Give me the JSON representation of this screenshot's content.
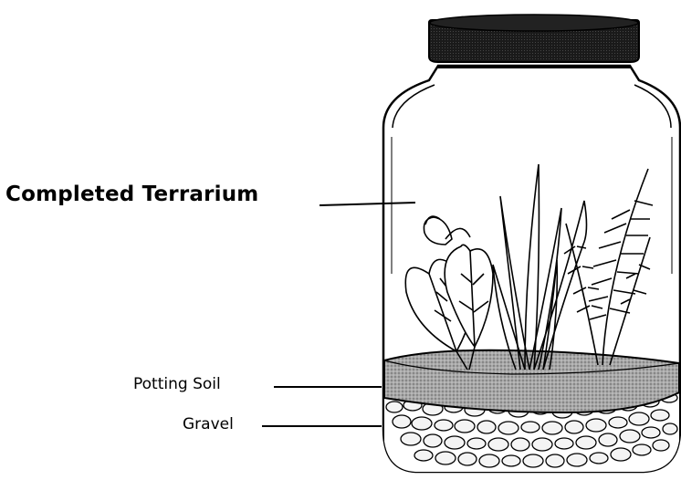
{
  "diagram": {
    "labels": {
      "terrarium": "Completed Terrarium",
      "soil": "Potting Soil",
      "gravel": "Gravel"
    },
    "parts": [
      "jar-lid",
      "glass-jar",
      "plants",
      "potting-soil-layer",
      "gravel-layer"
    ],
    "colors": {
      "ink": "#000000",
      "lid": "#1a1a1a",
      "background": "#ffffff",
      "soil": "#9a9a9a"
    }
  }
}
